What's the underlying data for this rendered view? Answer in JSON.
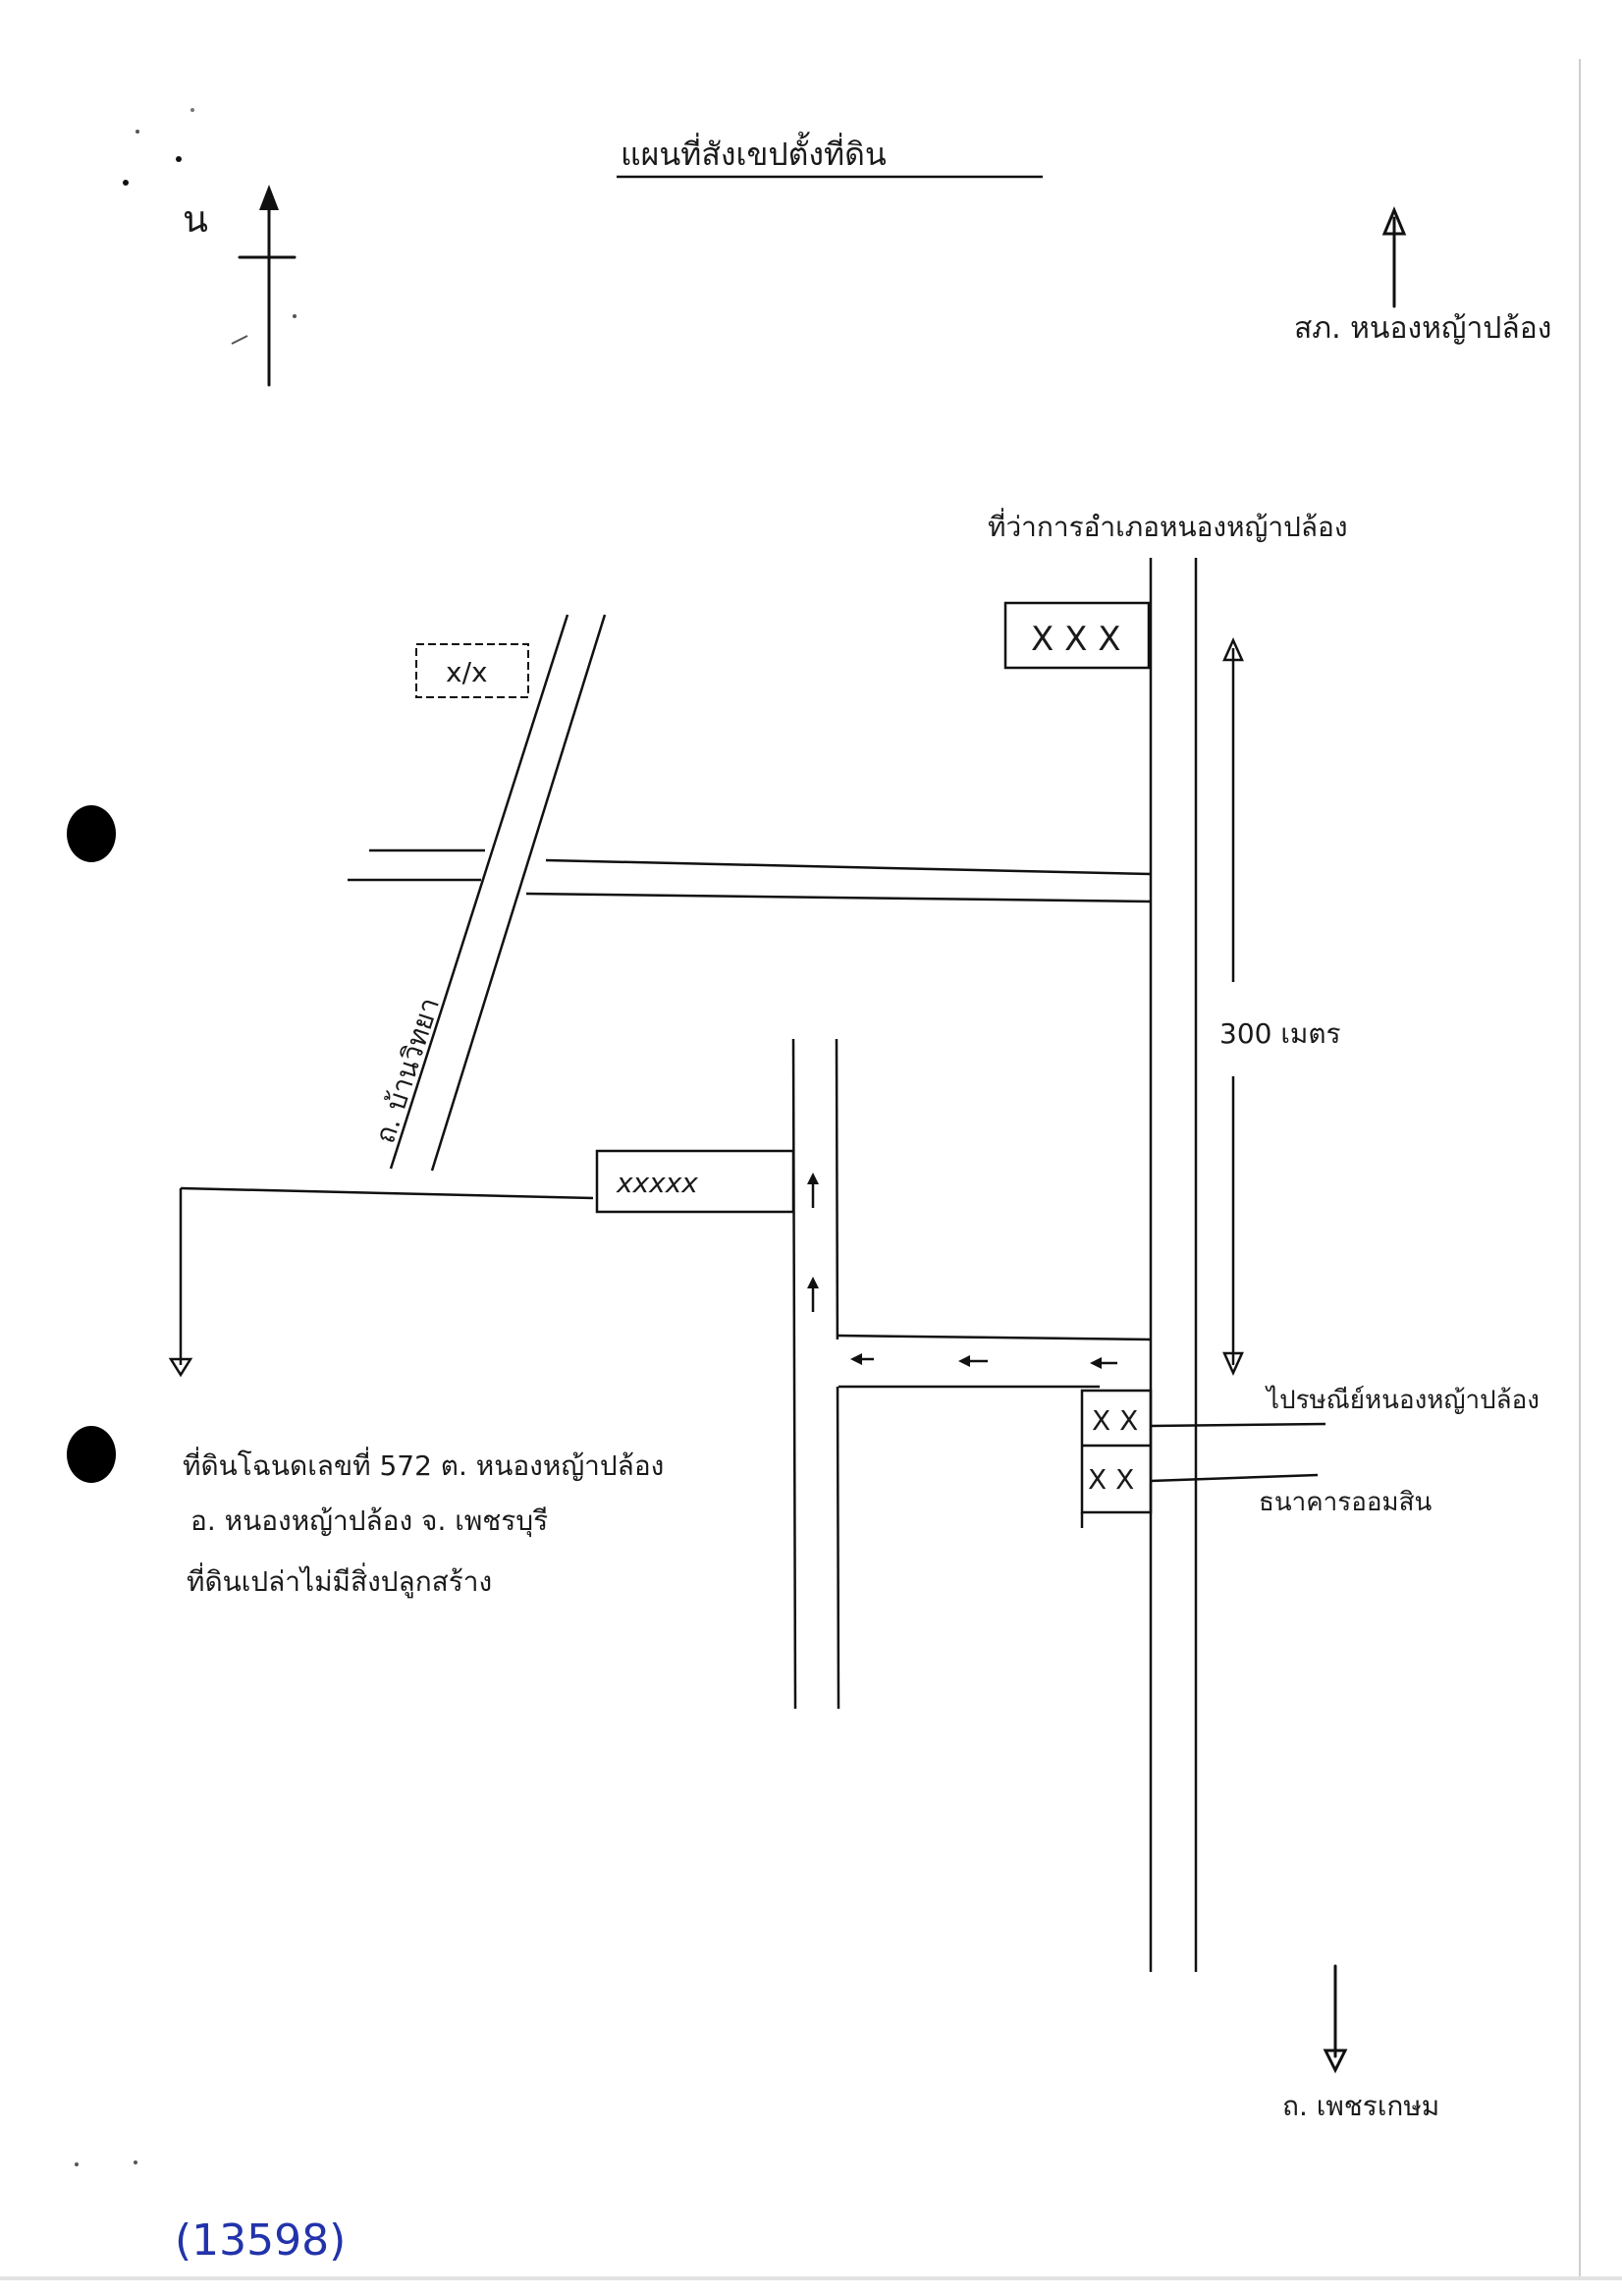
{
  "title": "แผนที่สังเขปตั้งที่ดิน",
  "north_symbol": "น",
  "label_to_police": "สภ. หนองหญ้าปล้อง",
  "label_district_office": "ที่ว่าการอำเภอหนองหญ้าปล้อง",
  "label_distance": "300 เมตร",
  "label_road_left": "ถ. บ้านวิทยา",
  "label_post_office": "ไปรษณีย์หนองหญ้าปล้อง",
  "label_bank": "ธนาคารออมสิน",
  "label_to_road": "ถ. เพชรเกษม",
  "parcel_description": [
    "ที่ดินโฉนดเลขที่ 572 ต. หนองหญ้าปล้อง",
    "อ. หนองหญ้าปล้อง   จ. เพชรบุรี",
    "ที่ดินเปล่าไม่มีสิ่งปลูกสร้าง"
  ],
  "document_number": "(13598)",
  "box_top_left_mark": "x/x",
  "box_district_mark": "X X X",
  "box_parcel_mark": "xxxxx",
  "box_post_mark": "X X",
  "box_bank_mark": "X X",
  "ink_color": "#111111",
  "number_color": "#2233aa"
}
